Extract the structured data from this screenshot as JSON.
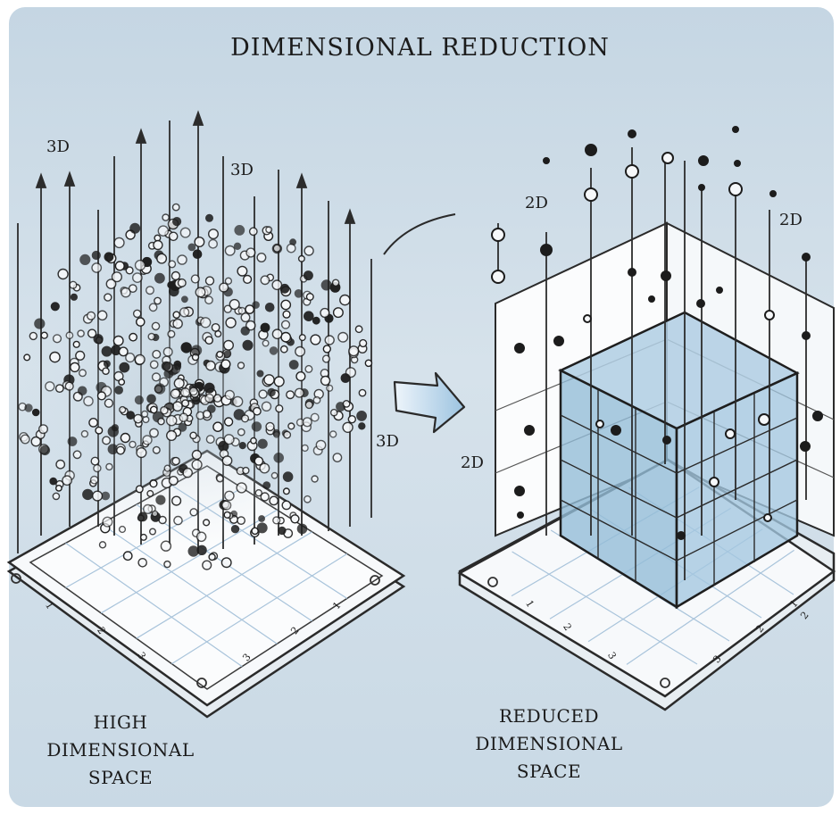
{
  "title": "DIMENSIONAL REDUCTION",
  "left": {
    "dim_labels": [
      "3D",
      "3D",
      "3D"
    ],
    "caption_lines": [
      "HIGH",
      "DIMENSIONAL",
      "SPACE"
    ],
    "axis_ticks": [
      "1",
      "2",
      "3",
      "3",
      "2",
      "1"
    ]
  },
  "right": {
    "dim_labels": [
      "2D",
      "2D",
      "2D"
    ],
    "caption_lines": [
      "REDUCED",
      "DIMENSIONAL",
      "SPACE"
    ],
    "axis_ticks": [
      "1",
      "2",
      "3",
      "3",
      "2",
      "1",
      "2"
    ]
  },
  "colors": {
    "background": "#c9d9e5",
    "ink": "#1b1b1b",
    "platform": "#f7f9fb",
    "cube": "#9cc2dc",
    "arrow": "#d8e8f5"
  }
}
